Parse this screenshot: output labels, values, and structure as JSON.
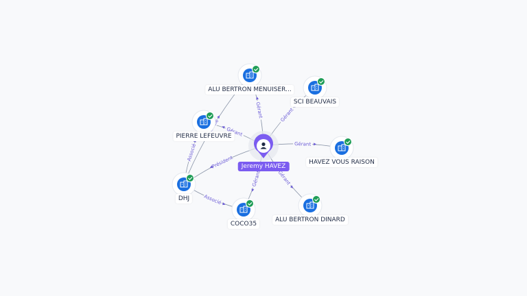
{
  "colors": {
    "company_blue": "#1a6fe0",
    "check_green": "#1f9d57",
    "person_purple": "#7b5cf0",
    "edge_gray": "#8a95a8",
    "edge_label": "#6b5bd6"
  },
  "person": {
    "name": "Jeremy HAVEZ",
    "icon": "user-icon"
  },
  "companies": [
    {
      "id": "alu_menuiser",
      "name": "ALU BERTRON MENUISER..."
    },
    {
      "id": "sci_beauvais",
      "name": "SCI BEAUVAIS"
    },
    {
      "id": "pierre",
      "name": "PIERRE LEFEUVRE"
    },
    {
      "id": "havez_vous",
      "name": "HAVEZ VOUS RAISON"
    },
    {
      "id": "dhj",
      "name": "DHJ"
    },
    {
      "id": "coco35",
      "name": "COCO35"
    },
    {
      "id": "alu_dinard",
      "name": "ALU BERTRON DINARD"
    }
  ],
  "edges": [
    {
      "from": "person",
      "to": "alu_menuiser",
      "label": "Gérant"
    },
    {
      "from": "person",
      "to": "sci_beauvais",
      "label": "Gérant"
    },
    {
      "from": "person",
      "to": "pierre",
      "label": "Gérant"
    },
    {
      "from": "person",
      "to": "havez_vous",
      "label": "Gérant"
    },
    {
      "from": "person",
      "to": "dhj",
      "label": "Président"
    },
    {
      "from": "person",
      "to": "coco35",
      "label": "Gérant"
    },
    {
      "from": "person",
      "to": "alu_dinard",
      "label": "Gérant"
    },
    {
      "from": "dhj",
      "to": "pierre",
      "label": "Associé"
    },
    {
      "from": "dhj",
      "to": "coco35",
      "label": "Associé"
    },
    {
      "from": "dhj",
      "to": "alu_menuiser",
      "label": "Associé"
    }
  ]
}
